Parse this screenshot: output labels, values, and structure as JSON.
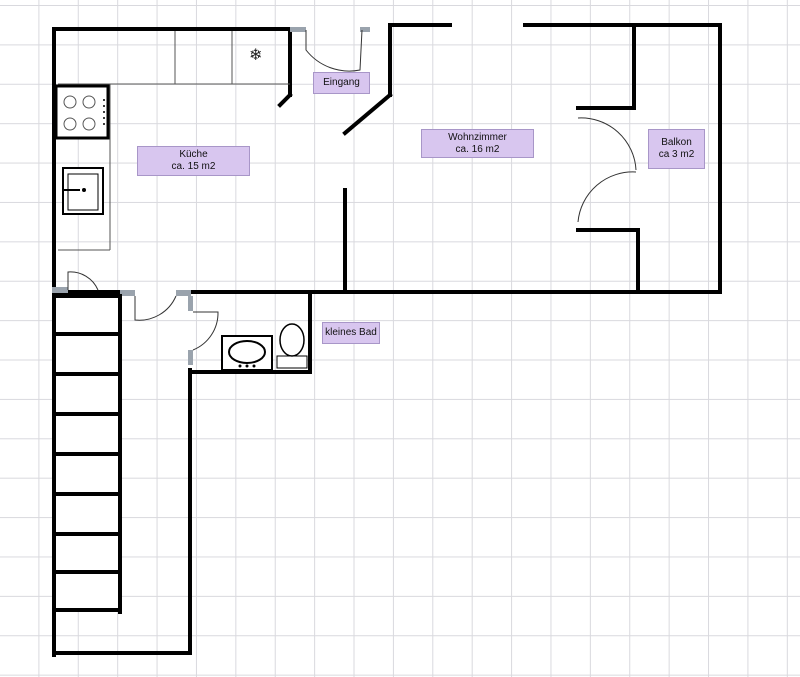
{
  "rooms": {
    "kueche": {
      "name": "Küche",
      "area": "ca. 15 m2"
    },
    "eingang": {
      "name": "Eingang"
    },
    "wohnzimmer": {
      "name": "Wohnzimmer",
      "area": "ca. 16 m2"
    },
    "balkon": {
      "name": "Balkon",
      "area": "ca 3 m2"
    },
    "bad": {
      "name": "kleines Bad"
    }
  },
  "icons": {
    "fridge": "snowflake-icon",
    "stove": "stove-icon",
    "sink": "kitchen-sink-icon",
    "toilet": "toilet-icon",
    "washbasin": "washbasin-icon",
    "stairs": "staircase-icon"
  },
  "colors": {
    "label_fill": "#d8c6ef",
    "walls": "#000000",
    "grid": "#d9d9de"
  },
  "symbols": {
    "fridge_glyph": "❄"
  }
}
